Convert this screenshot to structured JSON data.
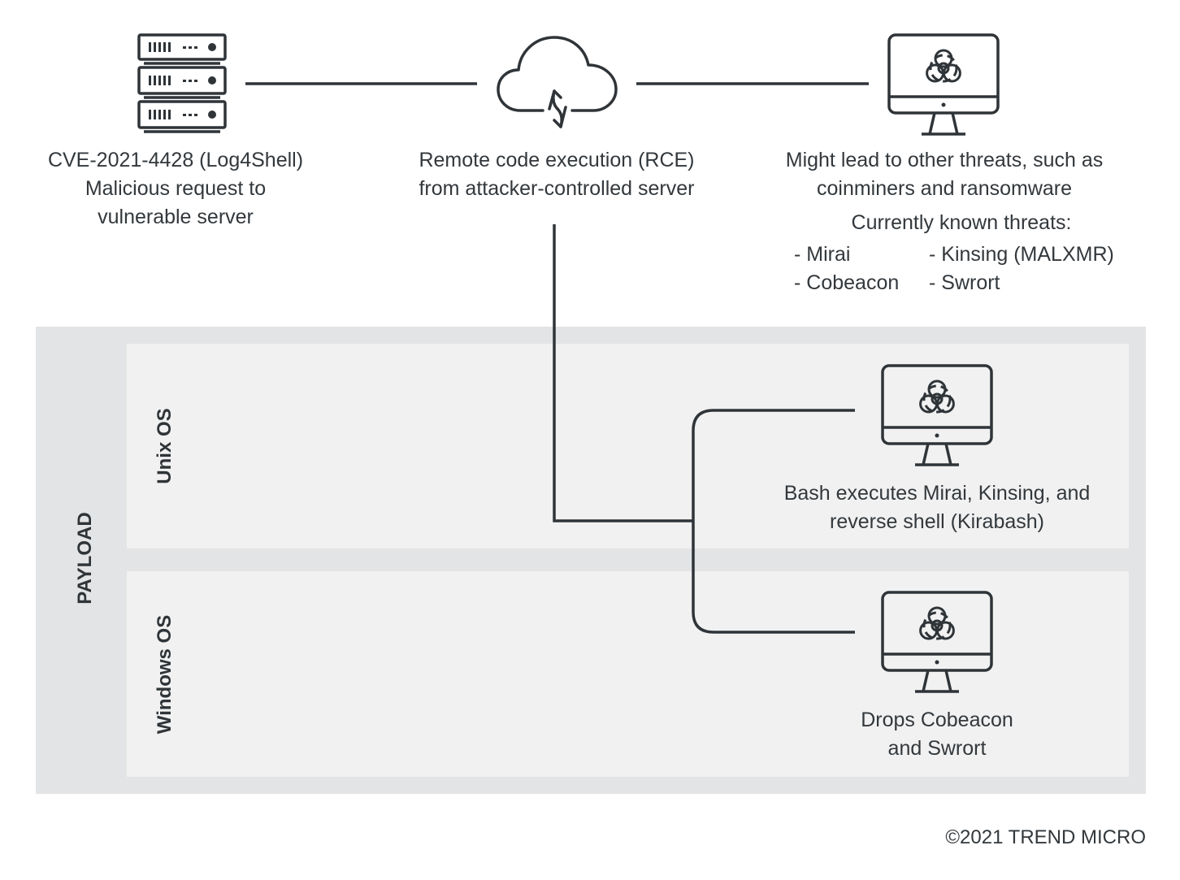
{
  "nodes": {
    "server": {
      "icon": "server-rack-icon",
      "lines": [
        "CVE-2021-4428 (Log4Shell)",
        "Malicious request to",
        "vulnerable server"
      ]
    },
    "cloud": {
      "icon": "cloud-sync-icon",
      "lines": [
        "Remote code execution (RCE)",
        "from attacker-controlled server"
      ]
    },
    "threats": {
      "icon": "biohazard-monitor-icon",
      "lines": [
        "Might lead to other threats, such as",
        "coinminers and ransomware"
      ],
      "known_heading": "Currently known threats:",
      "known_col1": [
        "- Mirai",
        "- Cobeacon"
      ],
      "known_col2": [
        "- Kinsing (MALXMR)",
        "- Swrort"
      ]
    }
  },
  "payload": {
    "label": "PAYLOAD",
    "lanes": [
      {
        "label": "Unix OS",
        "icon": "biohazard-monitor-icon",
        "lines": [
          "Bash executes Mirai, Kinsing, and",
          "reverse shell (Kirabash)"
        ]
      },
      {
        "label": "Windows OS",
        "icon": "biohazard-monitor-icon",
        "lines": [
          "Drops Cobeacon",
          "and Swrort"
        ]
      }
    ]
  },
  "footer": {
    "copyright": "©2021 TREND MICRO"
  },
  "colors": {
    "stroke": "#2f3438",
    "payload_bg": "#e3e4e5",
    "lane_bg": "#f1f1f1"
  }
}
